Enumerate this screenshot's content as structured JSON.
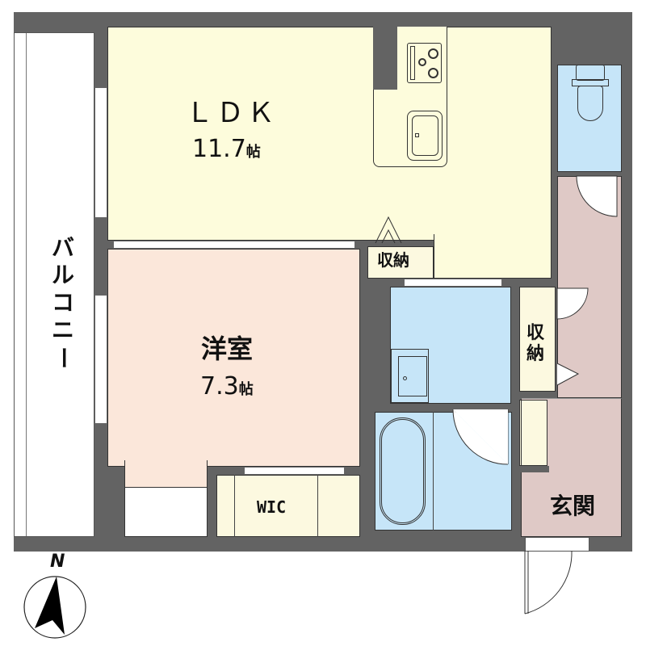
{
  "floorplan": {
    "rooms": {
      "ldk": {
        "name": "ＬＤＫ",
        "size": "11.7",
        "unit": "帖"
      },
      "western": {
        "name": "洋室",
        "size": "7.3",
        "unit": "帖"
      },
      "storage_ldk": {
        "name": "収納"
      },
      "storage_hall": {
        "name": "収\n納",
        "line1": "収",
        "line2": "納"
      },
      "wic": {
        "name": "WIC"
      },
      "entrance": {
        "name": "玄関"
      },
      "balcony": {
        "name": "バルコニー",
        "chars": [
          "バ",
          "ル",
          "コ",
          "ニ",
          "ー"
        ]
      }
    },
    "compass": {
      "label": "N"
    },
    "colors": {
      "wall": "#636363",
      "ldk": "#fdfcdc",
      "western": "#fbe7da",
      "wet_area": "#c6e5f8",
      "hall": "#dfc9c6",
      "closet": "#fcf9e0"
    }
  }
}
